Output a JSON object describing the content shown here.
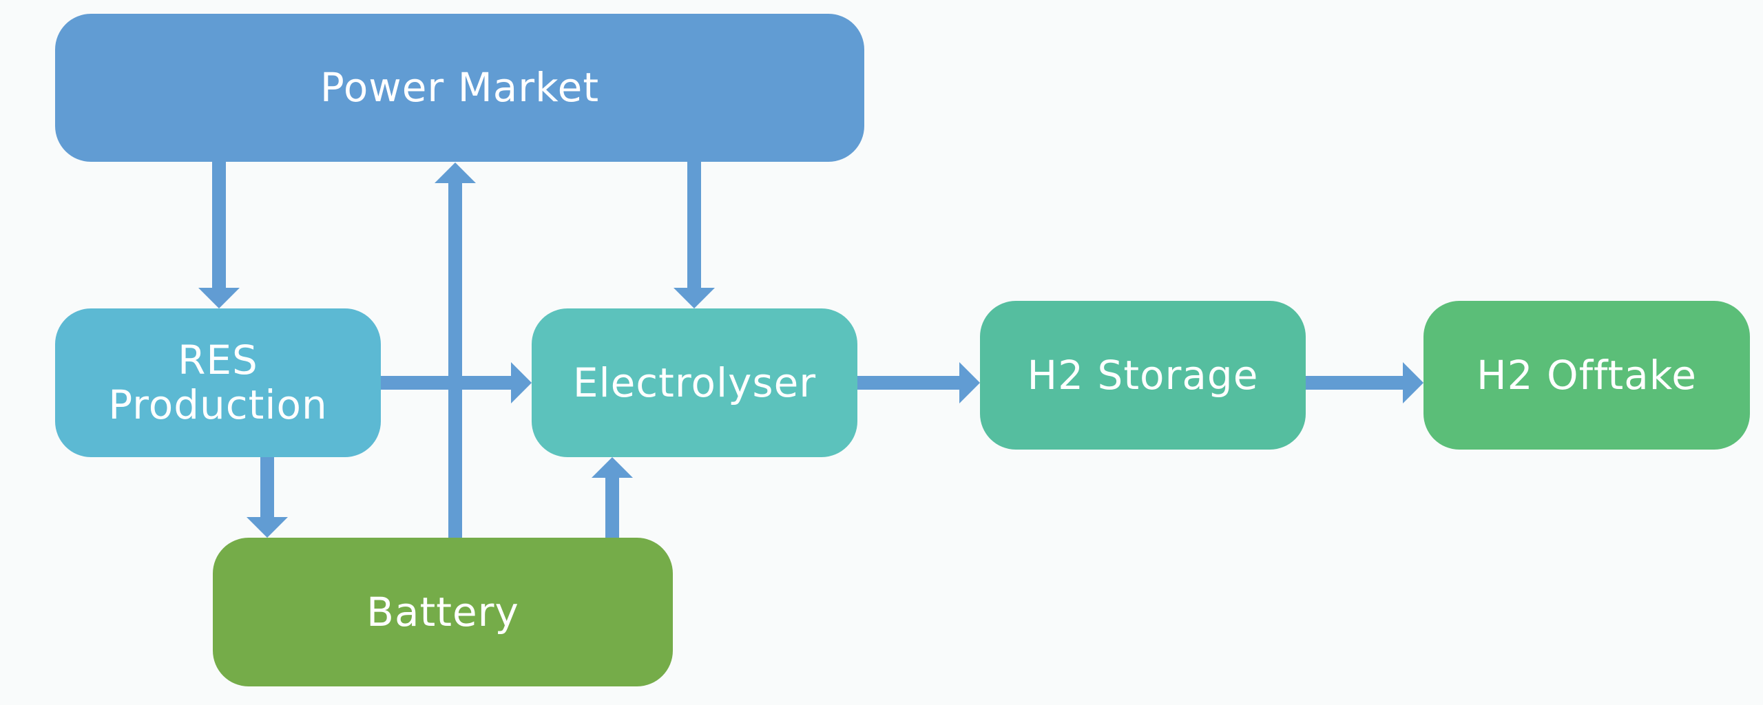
{
  "diagram": {
    "nodes": {
      "power_market": {
        "label": "Power Market",
        "color": "#619cd3"
      },
      "res_production": {
        "label": "RES\nProduction",
        "color": "#5cb9d3"
      },
      "electrolyser": {
        "label": "Electrolyser",
        "color": "#5cc2bc"
      },
      "h2_storage": {
        "label": "H2 Storage",
        "color": "#55be9f"
      },
      "h2_offtake": {
        "label": "H2 Offtake",
        "color": "#5bbe78"
      },
      "battery": {
        "label": "Battery",
        "color": "#75ac49"
      }
    },
    "edges": [
      {
        "from": "Power Market",
        "to": "RES Production"
      },
      {
        "from": "Power Market",
        "to": "Electrolyser"
      },
      {
        "from": "Battery",
        "to": "Power Market"
      },
      {
        "from": "RES Production",
        "to": "Electrolyser"
      },
      {
        "from": "RES Production",
        "to": "Battery"
      },
      {
        "from": "Battery",
        "to": "Electrolyser"
      },
      {
        "from": "Electrolyser",
        "to": "H2 Storage"
      },
      {
        "from": "H2 Storage",
        "to": "H2 Offtake"
      }
    ],
    "arrow_color": "#619cd3",
    "background": "#f9fbfb"
  }
}
